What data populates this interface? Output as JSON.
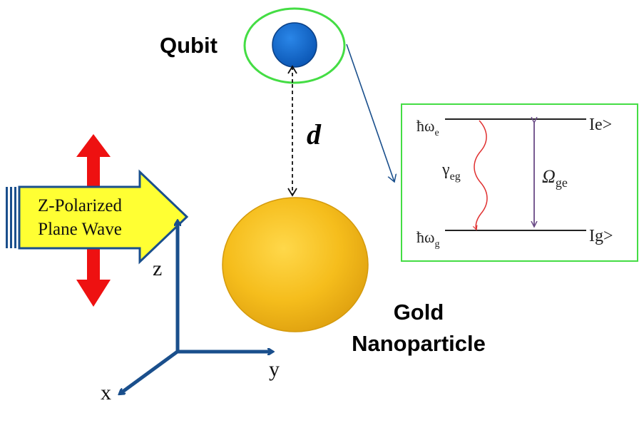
{
  "qubit": {
    "label": "Qubit"
  },
  "separation": {
    "label": "d"
  },
  "wave": {
    "line1": "Z-Polarized",
    "line2": "Plane Wave"
  },
  "particle": {
    "line1": "Gold",
    "line2": "Nanoparticle"
  },
  "axes": {
    "z": "z",
    "y": "y",
    "x": "x"
  },
  "levels": {
    "upper_energy": "ħω",
    "upper_energy_sub": "e",
    "lower_energy": "ħω",
    "lower_energy_sub": "g",
    "upper_state": "Ie>",
    "lower_state": "Ig>",
    "decay": "γ",
    "decay_sub": "eg",
    "rabi": "Ω",
    "rabi_sub": "ge"
  },
  "colors": {
    "qubit_blue": "#0b63c9",
    "ring_green": "#44dd44",
    "arrow_red": "#ee1111",
    "wave_yellow": "#ffff33",
    "gold": "#f3b81a",
    "axis_blue": "#1a4f8c",
    "decay_red": "#e03030",
    "rabi_purple": "#6a4a86"
  }
}
